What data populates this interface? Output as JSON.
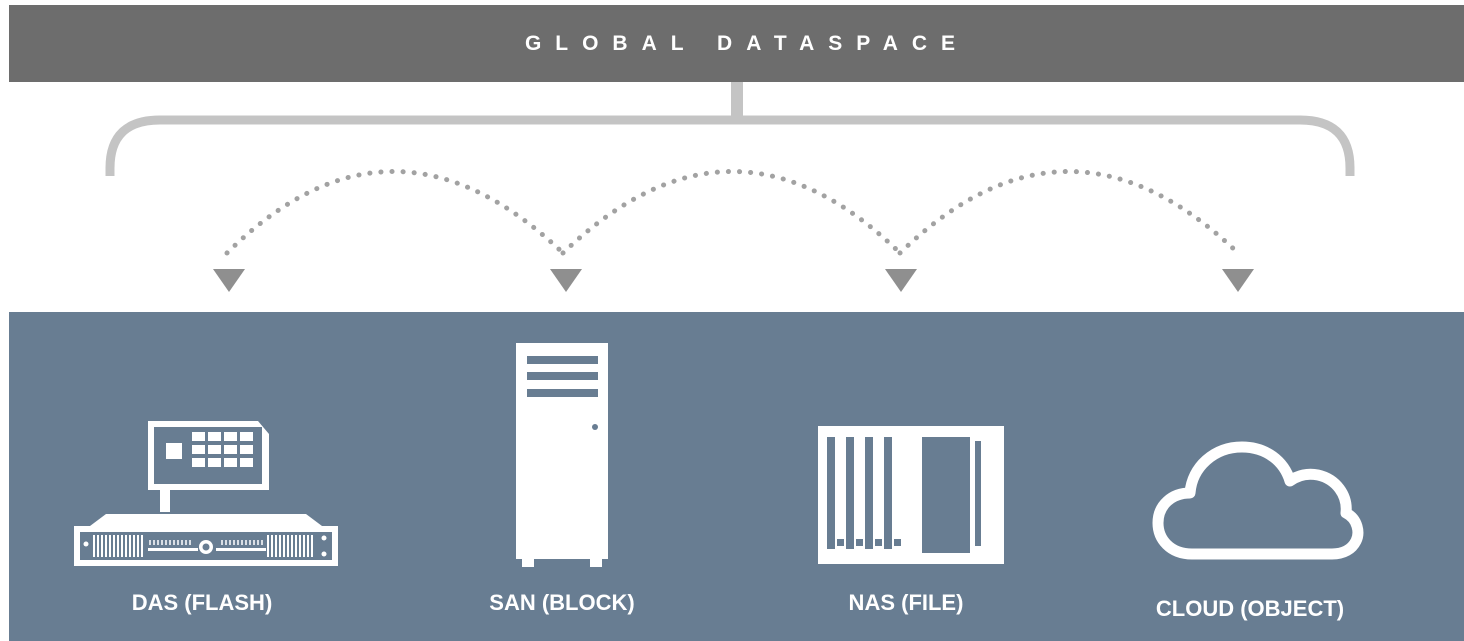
{
  "title": "GLOBAL DATASPACE",
  "colors": {
    "banner": "#6d6d6d",
    "connector": "#c4c4c4",
    "arrow": "#8f8f8f",
    "panel": "#687d92",
    "icon": "#ffffff"
  },
  "tiers": [
    {
      "label": "DAS (FLASH)",
      "icon": "pcie-card-and-rack-server-icon"
    },
    {
      "label": "SAN (BLOCK)",
      "icon": "tower-server-icon"
    },
    {
      "label": "NAS (FILE)",
      "icon": "nas-drive-bays-icon"
    },
    {
      "label": "CLOUD (OBJECT)",
      "icon": "cloud-icon"
    }
  ]
}
